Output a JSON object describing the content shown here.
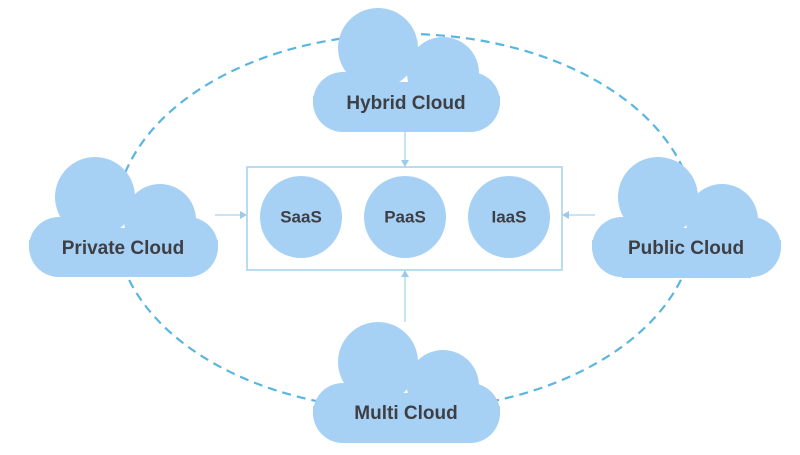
{
  "diagram": {
    "title": "Cloud deployment models and service models",
    "colors": {
      "cloud_fill": "#a6d1f5",
      "label_text": "#3d3f45",
      "orbit_stroke": "#5bb6df",
      "connector_stroke": "#a9d4ef"
    },
    "clouds": {
      "hybrid": {
        "label": "Hybrid Cloud"
      },
      "private": {
        "label": "Private Cloud"
      },
      "public": {
        "label": "Public Cloud"
      },
      "multi": {
        "label": "Multi Cloud"
      }
    },
    "services": {
      "saas": {
        "label": "SaaS"
      },
      "paas": {
        "label": "PaaS"
      },
      "iaas": {
        "label": "IaaS"
      }
    },
    "connections": [
      {
        "from": "Hybrid Cloud",
        "to": "service-models-box"
      },
      {
        "from": "Private Cloud",
        "to": "service-models-box"
      },
      {
        "from": "Public Cloud",
        "to": "service-models-box"
      },
      {
        "from": "Multi Cloud",
        "to": "service-models-box"
      }
    ]
  }
}
